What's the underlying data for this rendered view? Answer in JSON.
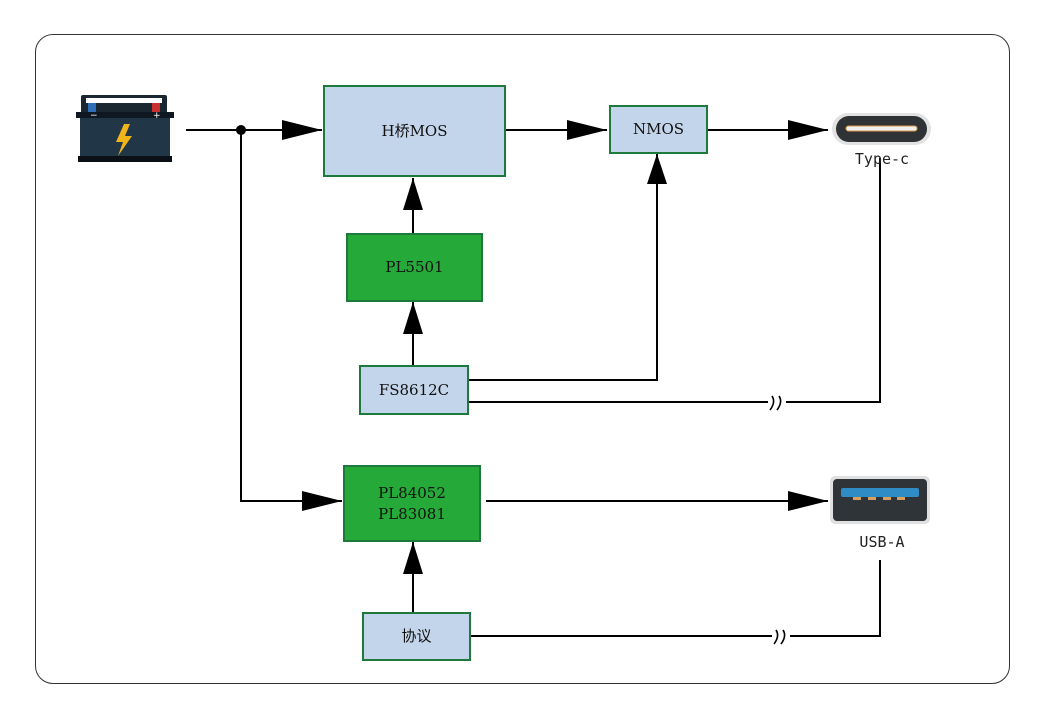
{
  "diagram": {
    "colors": {
      "module_fill": "#c3d5ea",
      "controller_fill": "#25aa3a",
      "box_border": "#1e7a3c",
      "line": "#000000"
    },
    "nodes": {
      "battery": {
        "label": "",
        "icon": "car-battery-icon"
      },
      "hbridge": {
        "label": "H桥MOS"
      },
      "nmos": {
        "label": "NMOS"
      },
      "pl5501": {
        "label": "PL5501"
      },
      "fs8612c": {
        "label": "FS8612C"
      },
      "pl84052": {
        "label_line1": "PL84052",
        "label_line2": "PL83081"
      },
      "protocol": {
        "label": "协议"
      },
      "typec": {
        "label": "Type-c",
        "icon": "usb-type-c-port-icon"
      },
      "usba": {
        "label": "USB-A",
        "icon": "usb-a-port-icon"
      }
    },
    "edges": [
      {
        "from": "battery",
        "to": "hbridge",
        "arrow": true
      },
      {
        "from": "battery",
        "to": "pl84052",
        "arrow": true
      },
      {
        "from": "hbridge",
        "to": "nmos",
        "arrow": true
      },
      {
        "from": "nmos",
        "to": "typec",
        "arrow": true
      },
      {
        "from": "pl5501",
        "to": "hbridge",
        "arrow": true
      },
      {
        "from": "fs8612c",
        "to": "pl5501",
        "arrow": true
      },
      {
        "from": "fs8612c",
        "to": "nmos",
        "arrow": true
      },
      {
        "from": "fs8612c",
        "to": "typec",
        "arrow": false,
        "break_mark": "//"
      },
      {
        "from": "pl84052",
        "to": "usba",
        "arrow": true
      },
      {
        "from": "protocol",
        "to": "pl84052",
        "arrow": true
      },
      {
        "from": "protocol",
        "to": "usba",
        "arrow": false,
        "break_mark": "//"
      }
    ]
  }
}
